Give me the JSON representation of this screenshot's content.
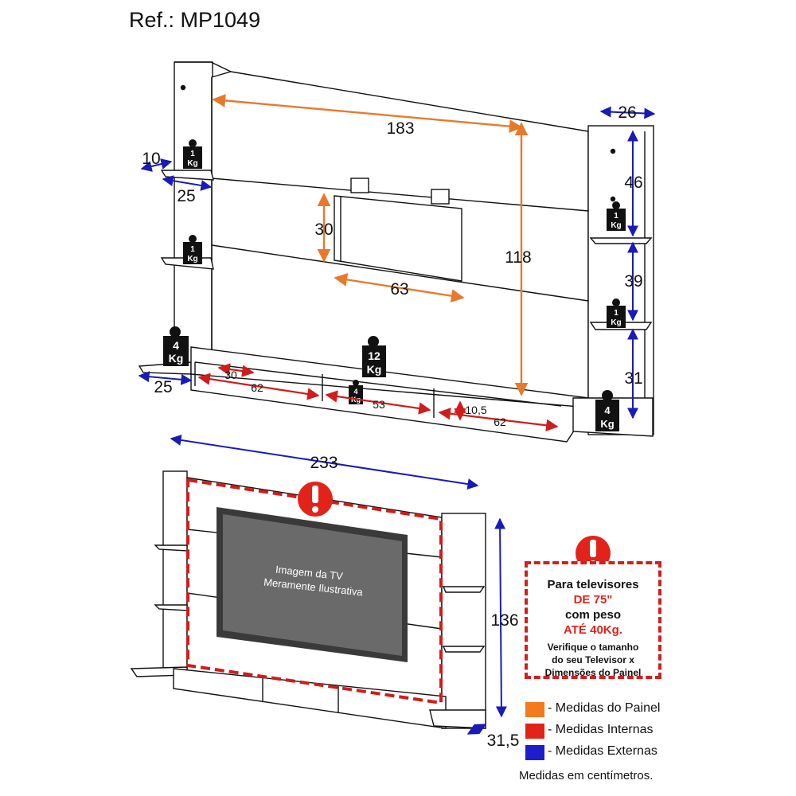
{
  "title": "Ref.: MP1049",
  "dimensions": {
    "panel_width": "183",
    "panel_height": "118",
    "tv_opening_height": "30",
    "tv_opening_width": "63",
    "left_shelf_depth": "10",
    "left_shelf_width": "25",
    "left_base_depth": "25",
    "right_tower_width": "26",
    "right_upper_height": "46",
    "right_middle_height": "39",
    "right_lower_height": "31",
    "niche_height": "30",
    "niche_left_width": "62",
    "niche_middle_width": "53",
    "niche_right_height": "10,5",
    "niche_right_width": "62",
    "total_width": "233",
    "total_height": "136",
    "total_depth": "31,5"
  },
  "weights": {
    "shelf_left_top": [
      "1",
      "Kg"
    ],
    "shelf_left_mid": [
      "1",
      "Kg"
    ],
    "base_left": [
      "4",
      "Kg"
    ],
    "rack_center": [
      "12",
      "Kg"
    ],
    "rack_niche": [
      "4",
      "Kg"
    ],
    "shelf_right_top": [
      "1",
      "Kg"
    ],
    "shelf_right_mid": [
      "1",
      "Kg"
    ],
    "base_right": [
      "4",
      "Kg"
    ]
  },
  "tv_caption": [
    "Imagem da TV",
    "Meramente Ilustrativa"
  ],
  "warning": {
    "line1": "Para televisores",
    "line2": "DE 75\"",
    "line3": "com peso",
    "line4": "ATÉ 40Kg.",
    "note1": "Verifique o tamanho",
    "note2": "do seu Televisor x",
    "note3": "Dimensões do Painel"
  },
  "legend": [
    {
      "label": "- Medidas do Painel",
      "color": "#f47a20"
    },
    {
      "label": "- Medidas Internas",
      "color": "#e2231a"
    },
    {
      "label": "- Medidas Externas",
      "color": "#1d1dcc"
    }
  ],
  "footnote": "Medidas em centímetros.",
  "colors": {
    "panel": "#e8792a",
    "internal": "#d01c1c",
    "external": "#1a1ab8"
  }
}
